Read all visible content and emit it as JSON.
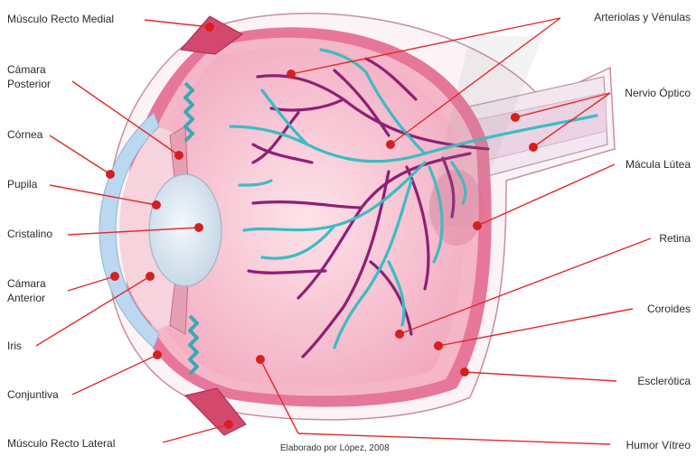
{
  "labels": {
    "musculo_recto_medial": "Músculo Recto Medial",
    "camara_posterior_1": "Cámara",
    "camara_posterior_2": "Posterior",
    "cornea": "Córnea",
    "pupila": "Pupila",
    "cristalino": "Cristalino",
    "camara_anterior_1": "Cámara",
    "camara_anterior_2": "Anterior",
    "iris": "Iris",
    "conjuntiva": "Conjuntiva",
    "musculo_recto_lateral": "Músculo Recto Lateral",
    "arteriolas_venulas": "Arteriolas y Vénulas",
    "nervio_optico": "Nervio Óptico",
    "macula_lutea": "Mácula Lútea",
    "retina": "Retina",
    "coroides": "Coroides",
    "esclerotica": "Esclerótica",
    "humor_vitreo": "Humor Vítreo"
  },
  "credit": "Elaborado por López, 2008",
  "colors": {
    "leader_line": "#e02a2a",
    "marker_dot": "#d42020",
    "sclera": "#fbf3f5",
    "choroid": "#e7779a",
    "retina": "#f4b6c8",
    "vitreous": "#f7c9d6",
    "arteries": "#8e1f74",
    "veins": "#3bbcc4",
    "lens": "#dbe7f1",
    "cornea": "#bcd8f0",
    "muscle": "#d4486e",
    "watermark": "#9a9a9a"
  }
}
